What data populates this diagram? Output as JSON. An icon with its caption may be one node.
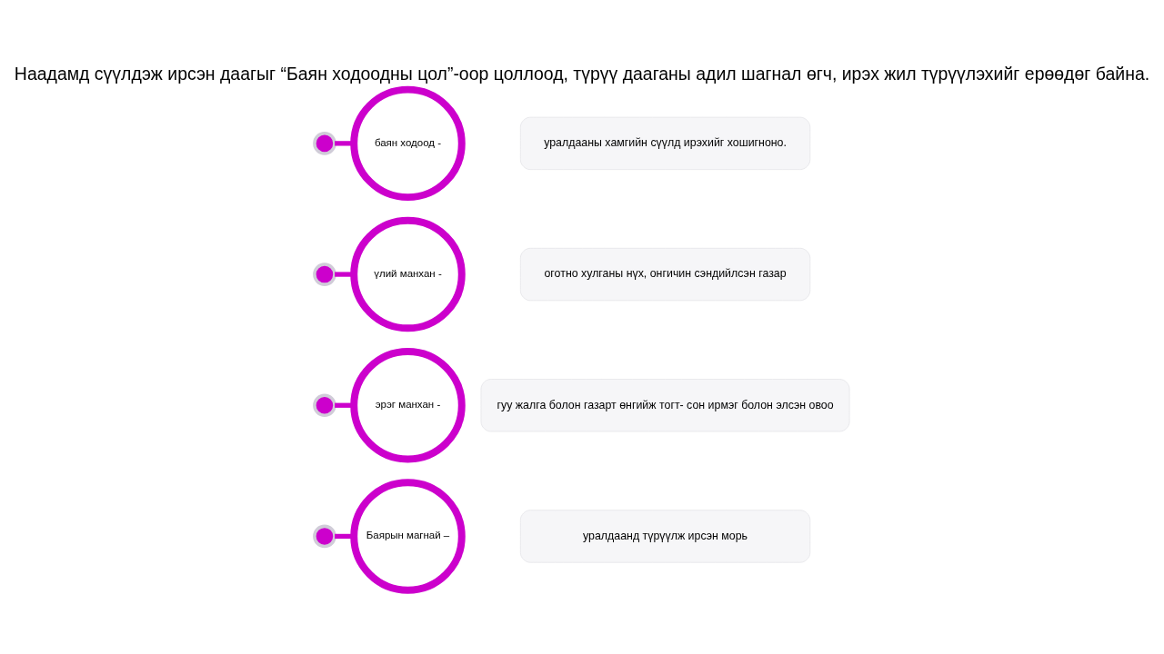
{
  "diagram": {
    "title": "Наадамд сүүлдэж ирсэн даагыг “Баян ходоодны цол”-оор цоллоод, түрүү дааганы адил шагнал өгч, ирэх жил түрүүлэхийг ерөөдөг байна.",
    "nodes": [
      {
        "text": [],
        "shape": "circle"
      },
      {
        "text": [
          "баян ходоод -"
        ]
      },
      {
        "text": [
          "уралдааны хамгийн сүүлд ирэхийг хошигноно."
        ]
      },
      {
        "text": [],
        "shape": "circle"
      },
      {
        "text": [
          "үлий манхан -"
        ]
      },
      {
        "text": [
          "оготно хулганы нүх, онгичин сэндийлсэн газар"
        ]
      },
      {
        "text": [],
        "shape": "circle"
      },
      {
        "text": [
          "эрэг манхан -"
        ]
      },
      {
        "text": [
          "гуу жалга болон газарт өнгийж тогт- сон ирмэг болон элсэн овоо"
        ]
      },
      {
        "text": [],
        "shape": "circle"
      },
      {
        "text": [
          "Баярын магнай –"
        ]
      },
      {
        "text": [
          "уралдаанд түрүүлж ирсэн морь"
        ]
      }
    ],
    "edges": [
      {
        "from": 0,
        "to": 1,
        "arrow": "none"
      },
      {
        "from": 3,
        "to": 4,
        "arrow": "none"
      },
      {
        "from": 6,
        "to": 7,
        "arrow": "none"
      },
      {
        "from": 9,
        "to": 10,
        "arrow": "none"
      }
    ]
  }
}
